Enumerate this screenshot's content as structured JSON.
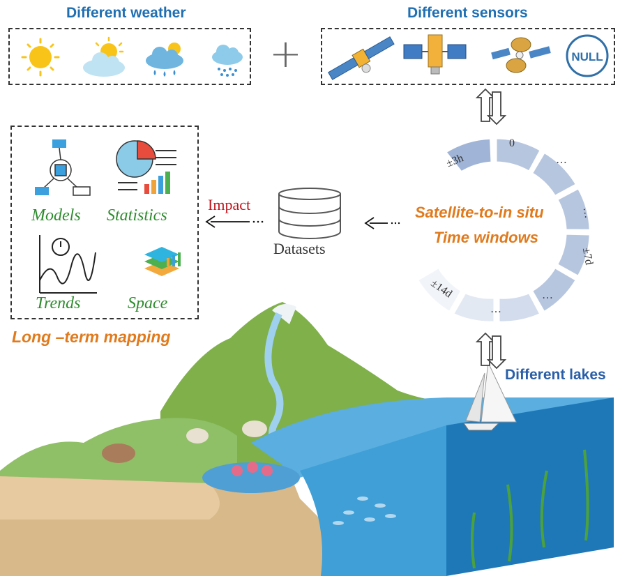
{
  "weather": {
    "title": "Different weather",
    "icons": [
      "sun-icon",
      "partly-cloudy-icon",
      "rain-cloud-icon",
      "drizzle-icon"
    ]
  },
  "plus_sign": "+",
  "sensors": {
    "title": "Different sensors",
    "icons": [
      "satellite-icon",
      "satellite-panels-icon",
      "satellite-dish-icon",
      "null-badge-icon"
    ],
    "null_label": "NULL"
  },
  "outputs": {
    "labels": [
      "Models",
      "Statistics",
      "Trends",
      "Space"
    ],
    "caption": "Long –term mapping"
  },
  "impact_label": "Impact",
  "datasets_label": "Datasets",
  "time_windows": {
    "title_line1": "Satellite-to-in situ",
    "title_line2": "Time windows",
    "segments": [
      "0",
      "…",
      "…",
      "±7d",
      "…",
      "…",
      "±14d",
      "±3h"
    ]
  },
  "lakes_label": "Different lakes",
  "colors": {
    "title_blue": "#1f6fb2",
    "output_green": "#2e8b2e",
    "caption_orange": "#e07a1c",
    "impact_red": "#c0141c",
    "ring_segment": "#b8c7e0",
    "water": "#3f9fd6"
  }
}
